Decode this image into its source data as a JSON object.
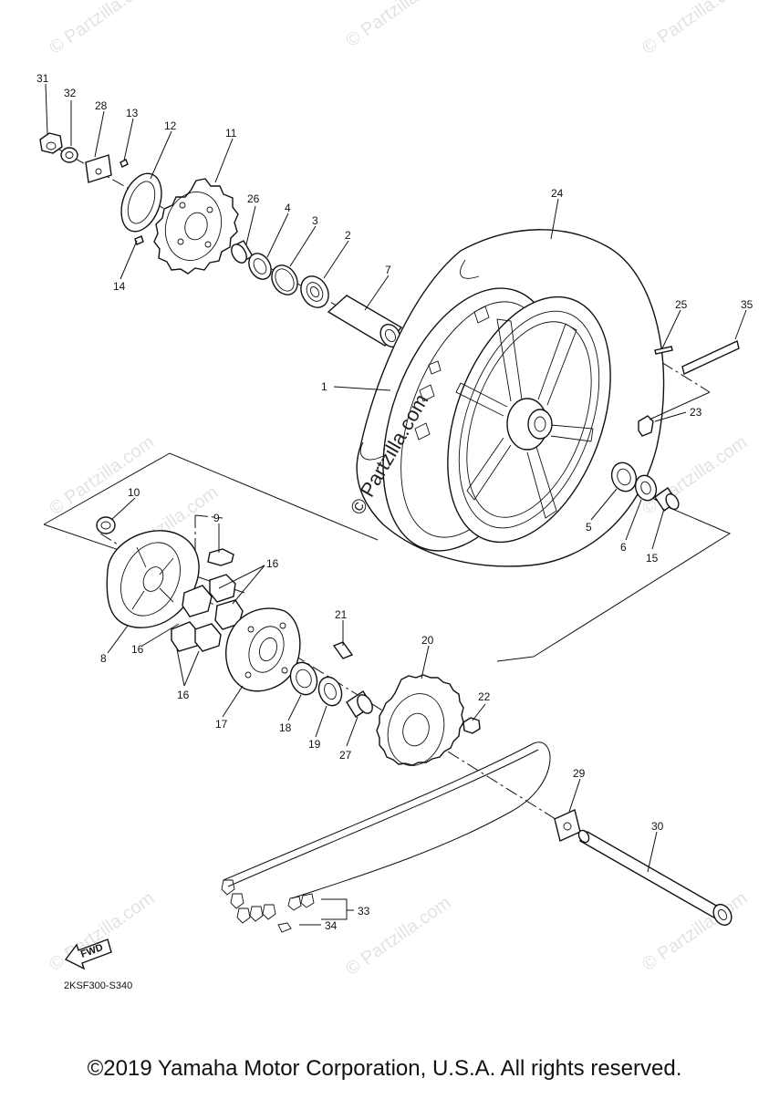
{
  "watermarks": [
    "© Partzilla.com",
    "© Partzilla.com",
    "© Partzilla.com",
    "© Partzilla.com",
    "© Partzilla.com",
    "© Partzilla.com",
    "© Partzilla.com",
    "© Partzilla.com",
    "© Partzilla.com"
  ],
  "center_watermark": "© Partzilla.com",
  "diagram_code": "2KSF300-S340",
  "fwd_label": "FWD",
  "copyright": "©2019 Yamaha Motor Corporation, U.S.A. All rights reserved.",
  "callouts": [
    "31",
    "32",
    "28",
    "13",
    "12",
    "11",
    "26",
    "4",
    "3",
    "2",
    "7",
    "24",
    "25",
    "35",
    "1",
    "23",
    "14",
    "5",
    "6",
    "15",
    "10",
    "9",
    "16",
    "8",
    "16",
    "16",
    "21",
    "20",
    "17",
    "18",
    "19",
    "27",
    "22",
    "29",
    "30",
    "33",
    "34"
  ]
}
